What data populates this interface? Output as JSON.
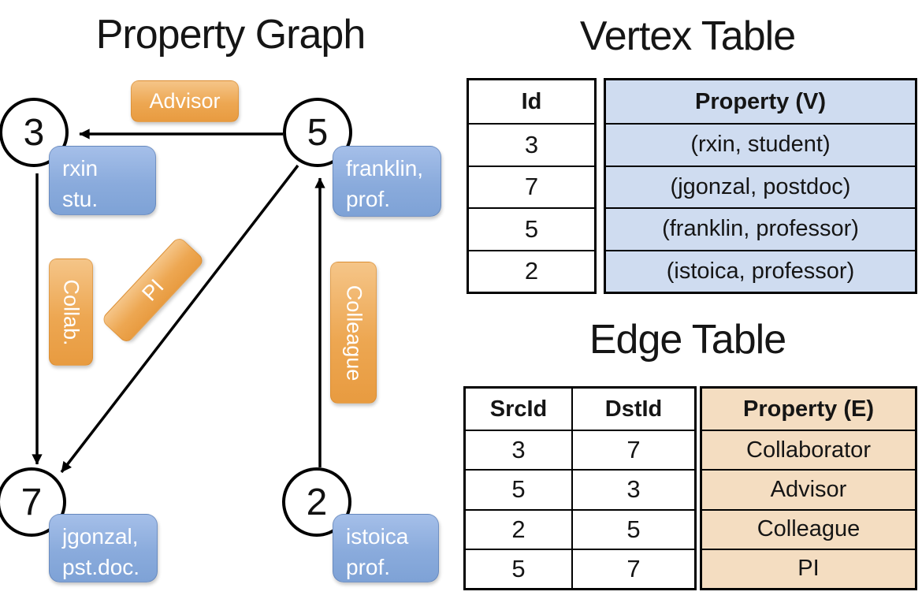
{
  "graph": {
    "title": "Property Graph",
    "nodes": [
      {
        "id": "3",
        "prop_line1": "rxin",
        "prop_line2": "stu."
      },
      {
        "id": "5",
        "prop_line1": "franklin,",
        "prop_line2": "prof."
      },
      {
        "id": "7",
        "prop_line1": "jgonzal,",
        "prop_line2": "pst.doc."
      },
      {
        "id": "2",
        "prop_line1": "istoica",
        "prop_line2": "prof."
      }
    ],
    "edge_labels": {
      "advisor": "Advisor",
      "collab": "Collab.",
      "pi": "PI",
      "colleague": "Colleague"
    }
  },
  "vertex_table": {
    "title": "Vertex Table",
    "columns": {
      "id": "Id",
      "property": "Property (V)"
    },
    "rows": [
      {
        "id": "3",
        "property": "(rxin, student)"
      },
      {
        "id": "7",
        "property": "(jgonzal, postdoc)"
      },
      {
        "id": "5",
        "property": "(franklin, professor)"
      },
      {
        "id": "2",
        "property": "(istoica, professor)"
      }
    ]
  },
  "edge_table": {
    "title": "Edge Table",
    "columns": {
      "src": "SrcId",
      "dst": "DstId",
      "property": "Property (E)"
    },
    "rows": [
      {
        "src": "3",
        "dst": "7",
        "property": "Collaborator"
      },
      {
        "src": "5",
        "dst": "3",
        "property": "Advisor"
      },
      {
        "src": "2",
        "dst": "5",
        "property": "Colleague"
      },
      {
        "src": "5",
        "dst": "7",
        "property": "PI"
      }
    ]
  },
  "colors": {
    "edge_label_orange_top": "#f5c588",
    "edge_label_orange_bottom": "#e89b40",
    "vertex_prop_blue_top": "#a5bfe9",
    "vertex_prop_blue_bottom": "#7ea2d6",
    "vertex_table_fill": "#cfdcf0",
    "edge_table_fill": "#f4ddc1",
    "line_color": "#000000"
  }
}
